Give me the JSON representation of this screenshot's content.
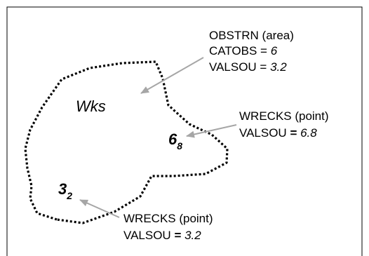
{
  "area": {
    "text": "Wks"
  },
  "obstruction": {
    "class_label": "OBSTRN (area)",
    "catobs": {
      "key": "CATOBS = ",
      "value": "6"
    },
    "valsou": {
      "key": "VALSOU = ",
      "value": "3.2"
    }
  },
  "wreck_deep": {
    "class_label": "WRECKS (point)",
    "valsou": {
      "key": "VALSOU ",
      "eq": "=",
      "value": " 6.8"
    },
    "sounding": {
      "whole": "6",
      "decimal": "8"
    }
  },
  "wreck_shallow": {
    "class_label": "WRECKS (point)",
    "valsou": {
      "key": "VALSOU ",
      "eq": "=",
      "value": " 3.2"
    },
    "sounding": {
      "whole": "3",
      "decimal": "2"
    }
  },
  "colors": {
    "outline": "#000000",
    "arrow": "#a6a6a6",
    "text": "#000000"
  }
}
